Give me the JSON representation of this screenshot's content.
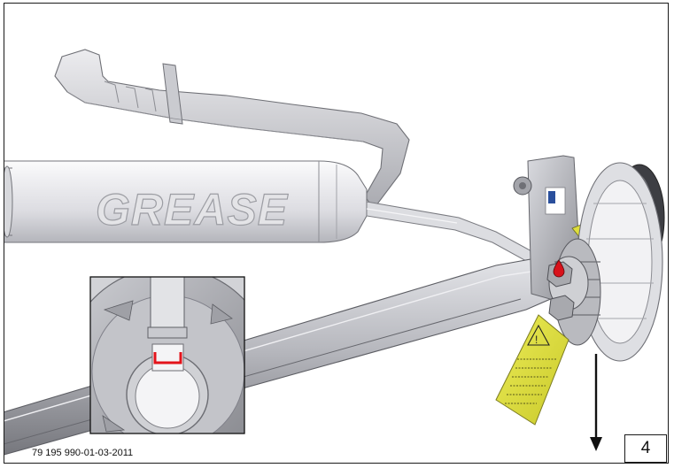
{
  "illustration": {
    "grease_gun_label": "GREASE"
  },
  "footer": {
    "document_code": "79 195 990-01-03-2011",
    "figure_number": "4"
  },
  "colors": {
    "grease_drop": "#d8121b",
    "inset_highlight": "#e3131b",
    "warning_tag": "#dede3c",
    "metal_light": "#eeeef0",
    "metal_dark": "#8d8e94"
  },
  "icons": {
    "drop": "grease-drop-icon",
    "arrow": "down-arrow-icon"
  }
}
